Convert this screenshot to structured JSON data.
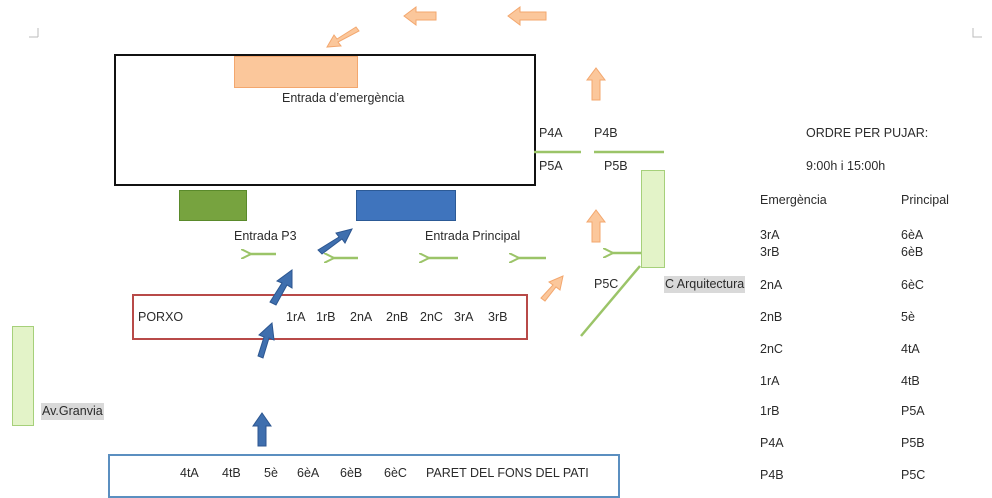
{
  "plan": {
    "emergency_entrance_label": "Entrada d’emergència",
    "p3_entrance_label": "Entrada P3",
    "main_entrance_label": "Entrada Principal",
    "p4a": "P4A",
    "p4b": "P4B",
    "p5a": "P5A",
    "p5b": "P5B",
    "p5c": "P5C",
    "arquitectura_label": "C Arquitectura",
    "porxo": {
      "label": "PORXO",
      "classes": [
        "1rA",
        "1rB",
        "2nA",
        "2nB",
        "2nC",
        "3rA",
        "3rB"
      ]
    },
    "granvia_label": "Av.Granvia",
    "back_wall": {
      "classes": [
        "4tA",
        "4tB",
        "5è",
        "6èA",
        "6èB",
        "6èC"
      ],
      "label": "PARET DEL FONS DEL PATI"
    }
  },
  "order_panel": {
    "title": "ORDRE PER PUJAR:",
    "time": "9:00h i 15:00h",
    "headers": [
      "Emergència",
      "Principal"
    ],
    "rows": [
      [
        "3rA",
        "6èA"
      ],
      [
        "3rB",
        "6èB"
      ],
      [
        "2nA",
        "6èC"
      ],
      [
        "2nB",
        "5è"
      ],
      [
        "2nC",
        "4tA"
      ],
      [
        "1rA",
        "4tB"
      ],
      [
        "1rB",
        "P5A"
      ],
      [
        "P4A",
        "P5B"
      ],
      [
        "P4B",
        "P5C"
      ]
    ]
  },
  "colors": {
    "orange_arrow": "#fbc79b",
    "green_arrow": "#9bc468",
    "blue_arrow": "#3f6fae",
    "green_block": "#77a33f",
    "blue_block": "#3f74bd",
    "porxo_border": "#b84a48",
    "back_wall_border": "#5b8fc0",
    "light_green_block": "#e3f3c8"
  }
}
